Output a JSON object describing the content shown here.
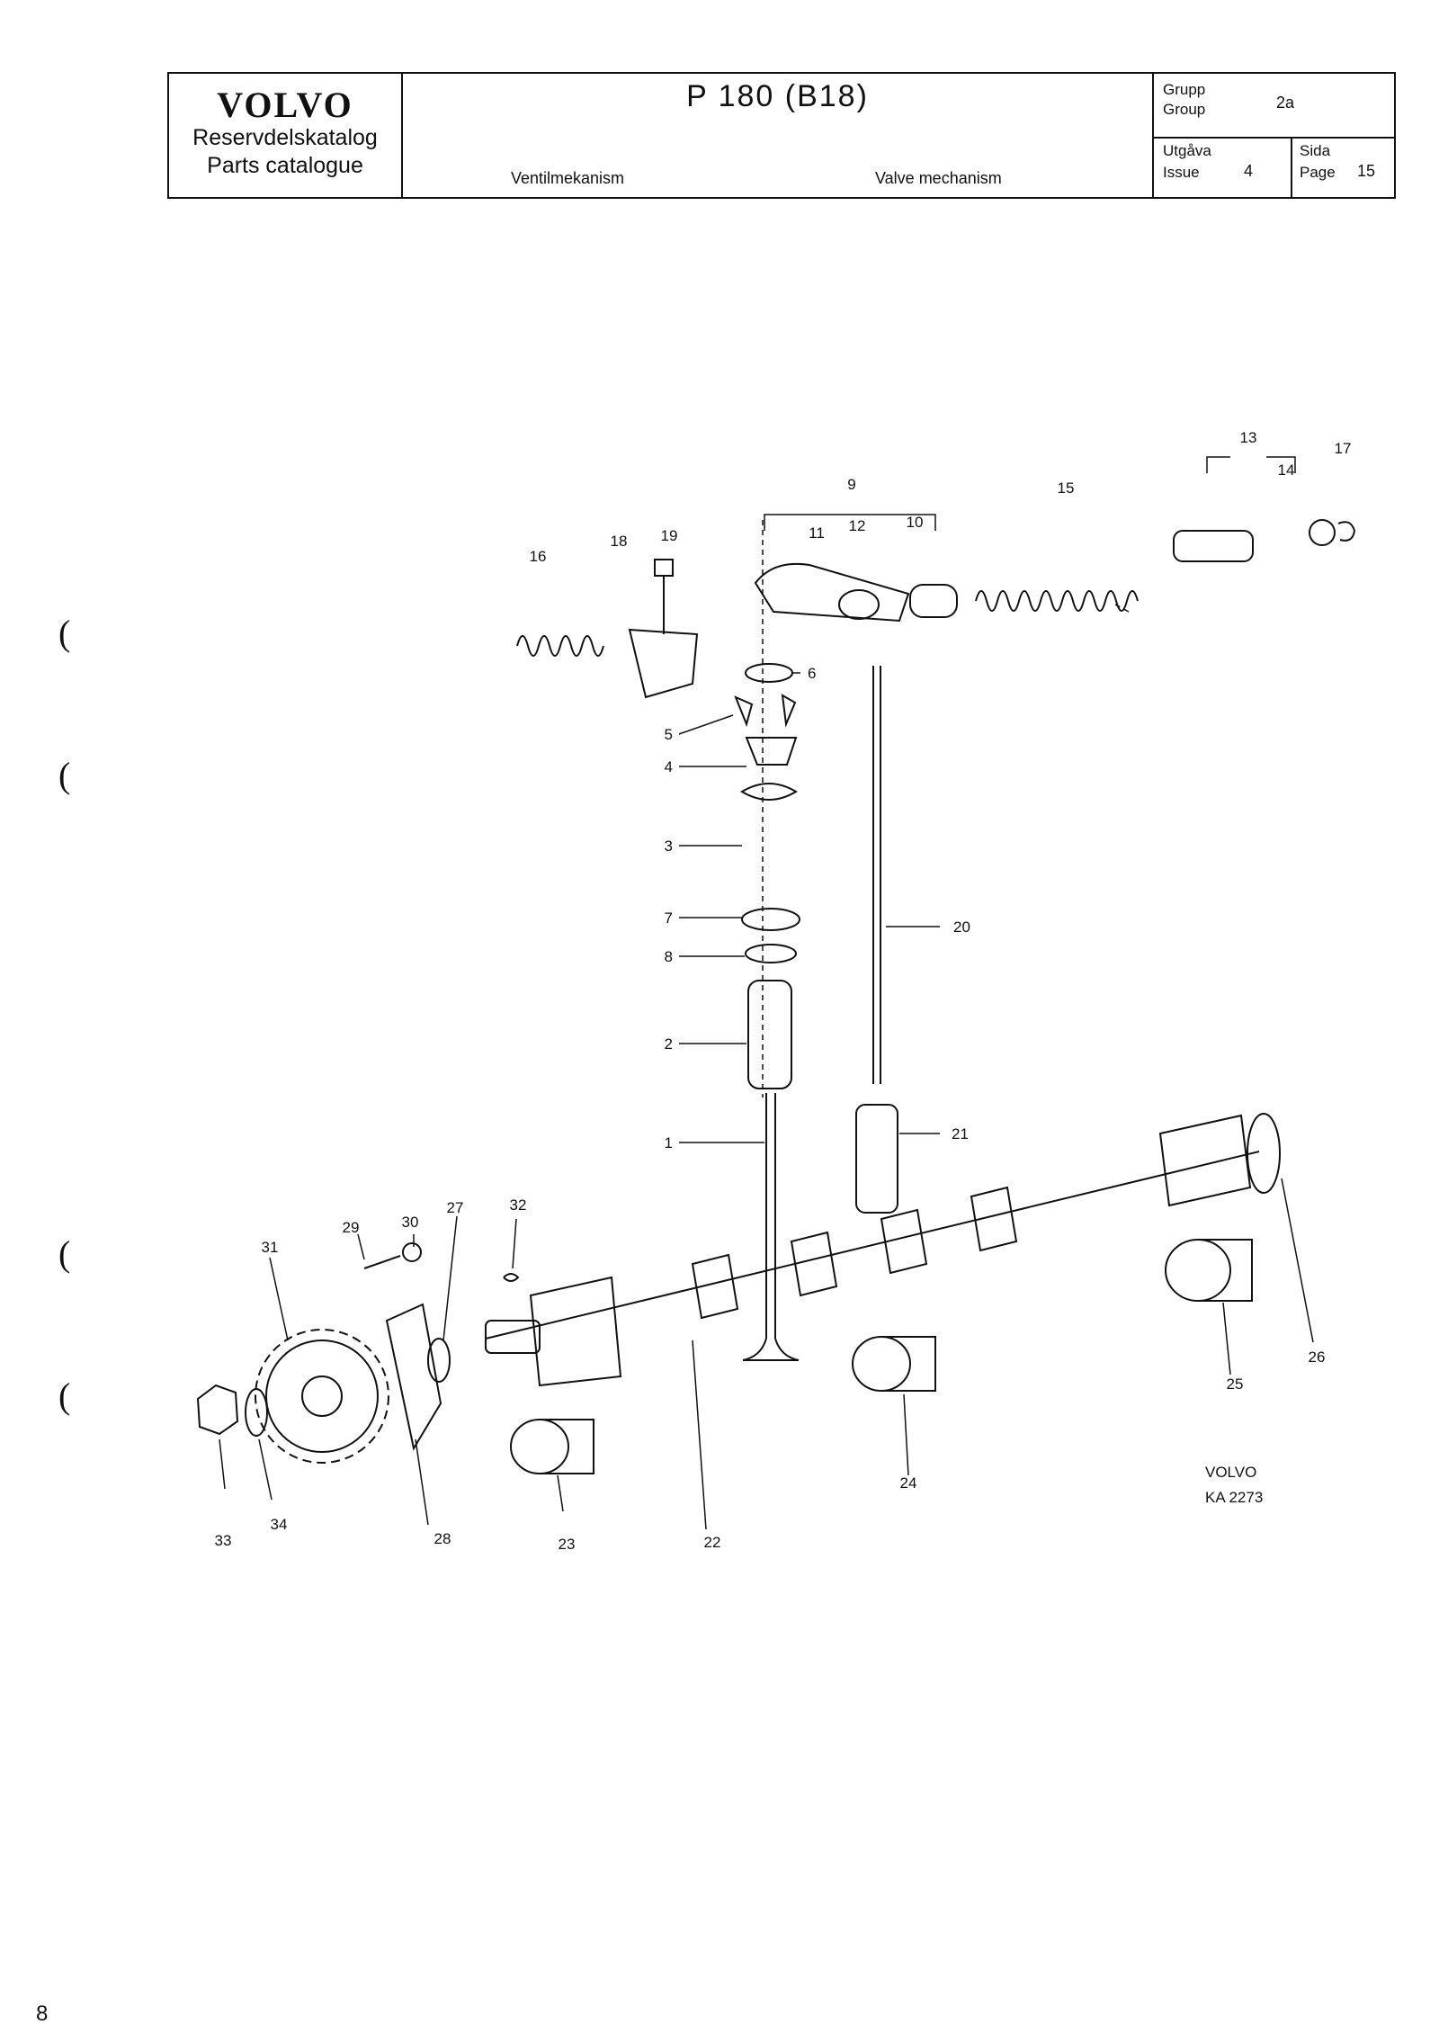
{
  "header": {
    "brand": "VOLVO",
    "catalog_sv": "Reservdelskatalog",
    "catalog_en": "Parts catalogue",
    "model": "P 180 (B18)",
    "description_sv": "Ventilmekanism",
    "description_en": "Valve mechanism",
    "group_label_sv": "Grupp",
    "group_label_en": "Group",
    "group_value": "2a",
    "issue_label_sv": "Utgåva",
    "issue_label_en": "Issue",
    "issue_value": "4",
    "page_label_sv": "Sida",
    "page_label_en": "Page",
    "page_value": "15"
  },
  "callouts": [
    "1",
    "2",
    "3",
    "4",
    "5",
    "6",
    "7",
    "8",
    "9",
    "10",
    "11",
    "12",
    "13",
    "14",
    "15",
    "16",
    "17",
    "18",
    "19",
    "20",
    "21",
    "22",
    "23",
    "24",
    "25",
    "26",
    "27",
    "28",
    "29",
    "30",
    "31",
    "32",
    "33",
    "34"
  ],
  "figure_credit": [
    "VOLVO",
    "KA 2273"
  ],
  "page_number": "8"
}
